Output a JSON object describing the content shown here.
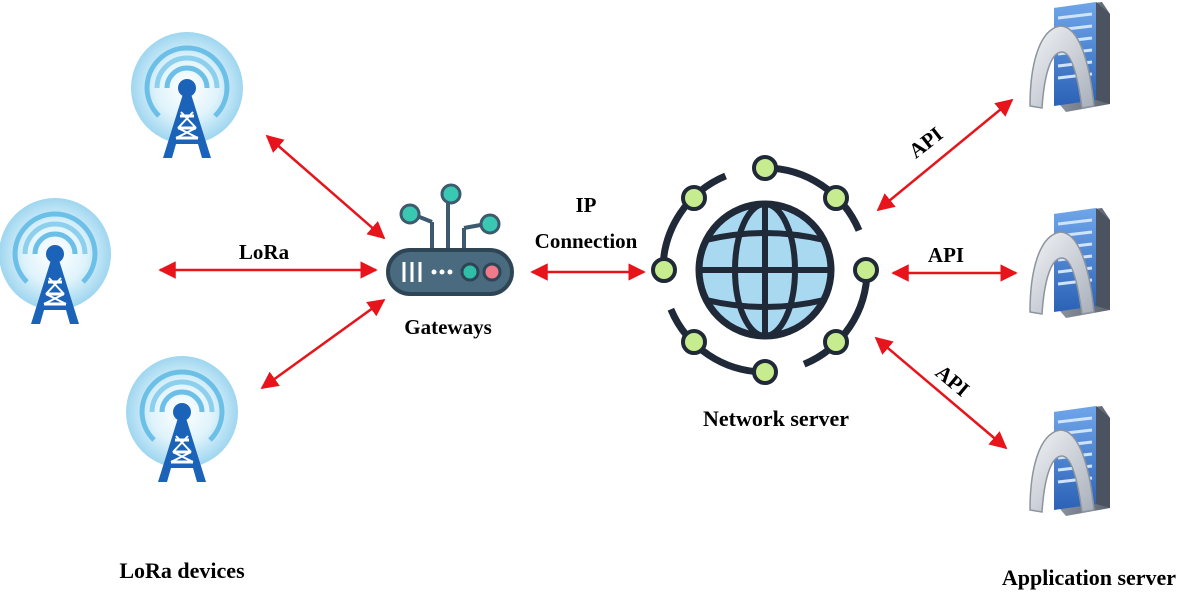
{
  "labels": {
    "lora_devices": "LoRa devices",
    "lora": "LoRa",
    "gateways": "Gateways",
    "ip": "IP",
    "connection": "Connection",
    "network_server": "Network server",
    "application_server": "Application server",
    "api": "API"
  },
  "colors": {
    "arrow": "#e8141b",
    "tower_blue": "#1b63b8",
    "ring_light": "#bfe6f6",
    "ring_mid": "#79c6ea",
    "globe_fill": "#a9d8f1",
    "globe_stroke": "#1f2937",
    "node_green": "#c7ec8f",
    "gateway_body": "#3d5a6e",
    "gateway_antenna_tip": "#39c9b3",
    "gateway_led_green": "#2fbfa8",
    "gateway_led_red": "#f07a8a",
    "server_gray": "#c7ccd4",
    "server_blue": "#3d7bd0"
  },
  "icons": {
    "lora_device": "radio-tower-icon",
    "gateway": "router-icon",
    "network_server": "globe-network-icon",
    "application_server": "server-icon"
  }
}
